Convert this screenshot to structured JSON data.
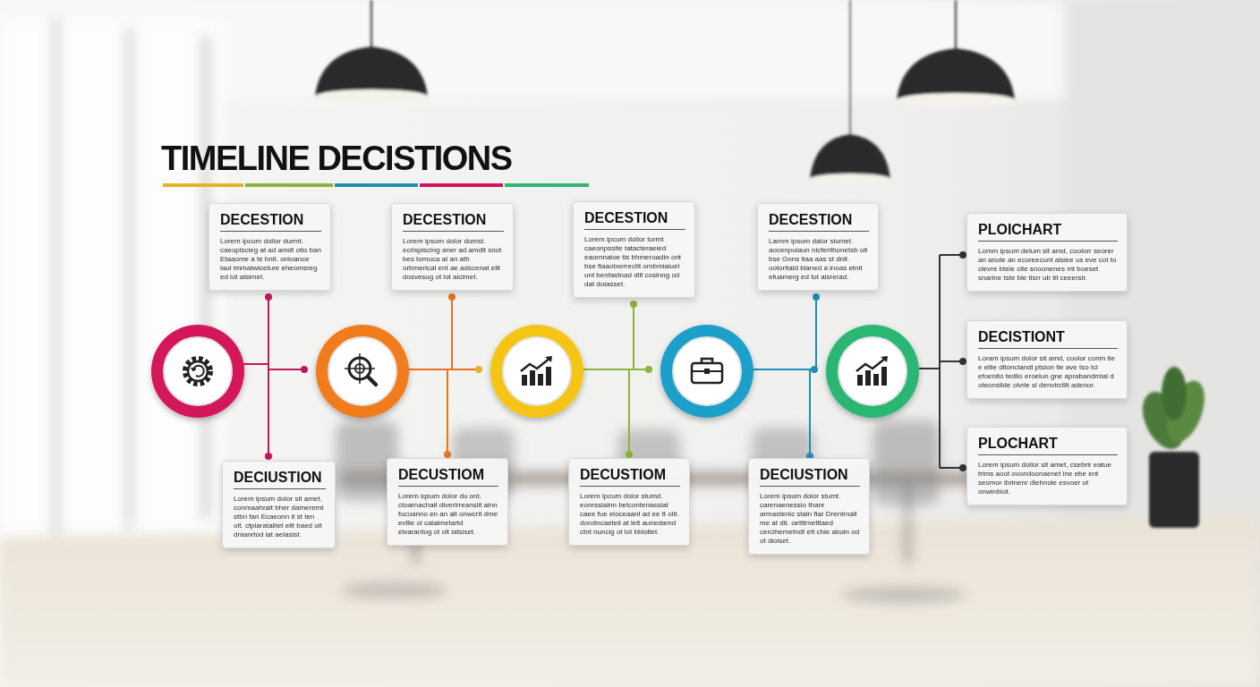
{
  "diagram": {
    "title": "TIMELINE DECISTIONS",
    "nodes": [
      {
        "text": [
          "DECESTION",
          "Lorem ipcum dollor durmt. caeopiscieg at ad amdt otio ban Etaaome a te bnit. onioance iaul immatwiceture eheomsreg ed lot alsimet."
        ]
      },
      {
        "text": [
          "DECESTION",
          "Lorem ipsum dolor dumst. ecrispiscing aner ad amdit snot bes tomuca at an ath orbmerical ent ae adscenat elit dosvesug ot lot aicimet."
        ]
      },
      {
        "text": [
          "DECESTION",
          "Lorem ipcum dollor turmt caeonpssite tatacteraeied eaornnaioe tis bhmeroadin ont bse fiaaotxerrectit ombmiaiuel unt benfastnad dlit cosinng od dat doiasset."
        ]
      },
      {
        "text": [
          "DECESTION",
          "Larnm ipsum dalor siumet. aocenpuiaun nicferilhonetsb oit bse Gnns tiaa aas st dnit. ootoritald blaned a inoas etnit efuamerg ed tot alsrerad."
        ]
      },
      {
        "text": [
          "DECIUSTION",
          "Lorem ipsum dolor sit amet. conmaahrait bher dameremt stbn fan Ecaeonn it st ten olt. ctpiarataliiet elit baed oit dnianrtod lat aelasist."
        ]
      },
      {
        "text": [
          "DECUSTIOM",
          "Lorem iqsum dolor du ont. ctoarnachait diverirreansiit ainn fucoanno en an ait onwcrit dme evllie oi calaimetartd elvarantog ot olt iatsiset."
        ]
      },
      {
        "text": [
          "DECUSTIOM",
          "Lorem ipcum dolor stumd. eonrssiainn belcontenassiat caee fue eloceaanl ad ee tt olit. dorotncaeteii at lelt aunedamd ctnt nuncig ot lot bbiotlet."
        ]
      },
      {
        "text": [
          "DECIUSTION",
          "Lorem ipsum dolor stumt. carenaenessio thanr armastenic stain fiar Drentrnall me at dit. oetttrnettlaed cerclhemetndt ett chie aboin od ot dioiset."
        ]
      },
      {
        "text": [
          "PLOICHART",
          "Lomm ipsum delum sit amd, coolorr seorer an anole an ecoreecunt alsiee us eve cot to clevre bteie clte snoonenes mt boeset snarine tste ble tisrr ub tit ceeersir."
        ]
      },
      {
        "text": [
          "DECISTIONT",
          "Loram ipsum dolor sit amd, coolor conm tie e ellie ditonclandi ptsion tle ave tso Icl efoenlto tedlio eroelun gne aprabandmlal d oteonslide olvrle si denvirctlit adenor."
        ]
      },
      {
        "text": [
          "PLOCHART",
          "Lorem ipsum dollor sit amet, csebrir eatue trims aoot ovondoonaenet ine ebe ent seomor ibrinenr dlehnole esvoer ut onwinbiot."
        ]
      }
    ]
  }
}
